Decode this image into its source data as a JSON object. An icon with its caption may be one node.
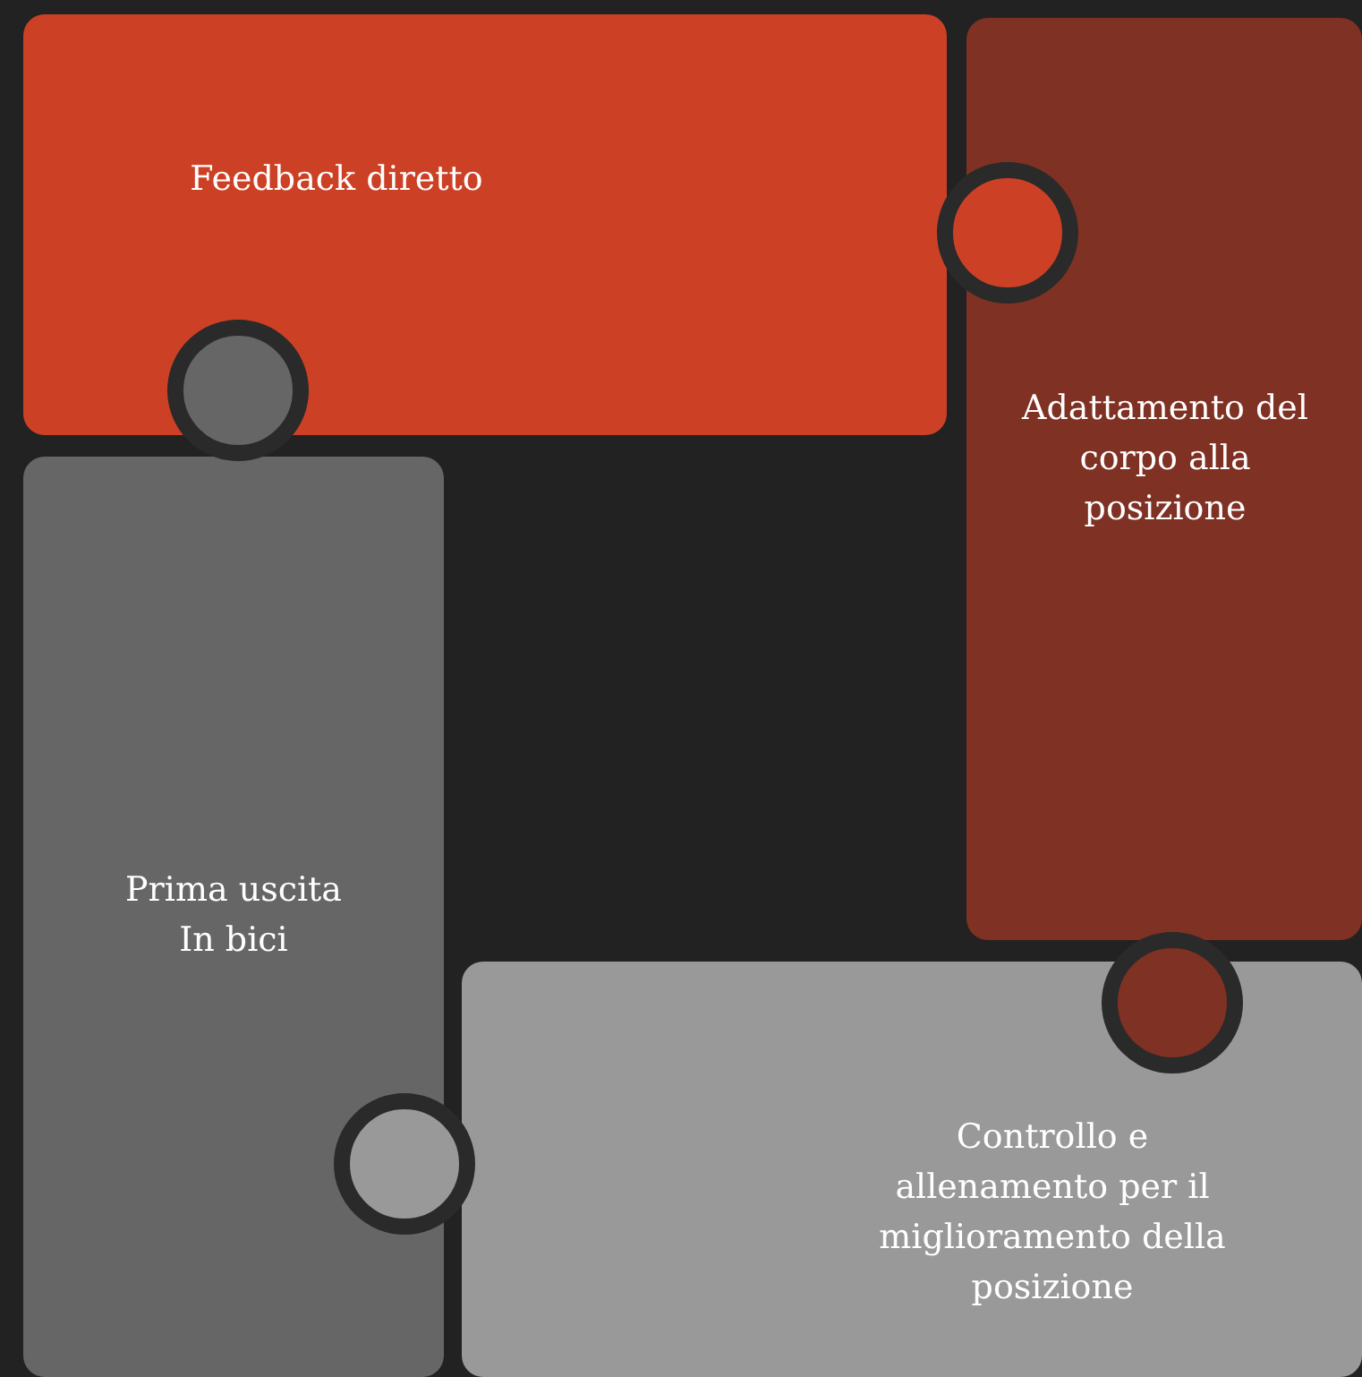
{
  "diagram": {
    "nodes": [
      {
        "text": [
          "Feedback diretto"
        ]
      },
      {
        "text": [
          "Adattamento del corpo alla posizione"
        ]
      },
      {
        "text": [
          "Prima uscita In bici"
        ]
      },
      {
        "text": [
          "Controllo e allenamento per il miglioramento della posizione"
        ]
      }
    ]
  }
}
